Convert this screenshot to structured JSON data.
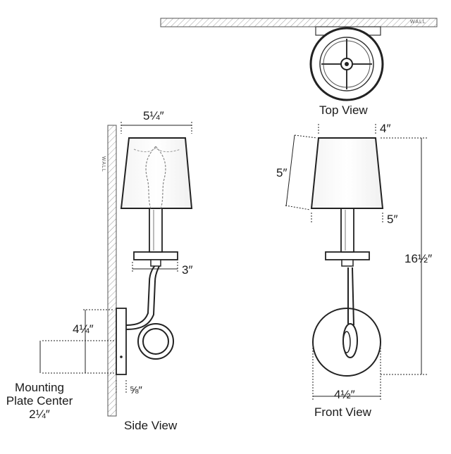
{
  "labels": {
    "side_view": "Side View",
    "top_view": "Top View",
    "front_view": "Front View",
    "wall_top": "WALL",
    "wall_side": "WALL"
  },
  "dimensions": {
    "shade_width_side": "5¼″",
    "shade_top_depth": "4″",
    "shade_height": "5″",
    "shade_bottom_depth": "5″",
    "overall_height": "16½″",
    "arm_depth": "3″",
    "plate_center_offset": "4¼″",
    "plate_depth": "⅝″",
    "backplate_width": "4½″",
    "mounting_plate_line1": "Mounting",
    "mounting_plate_line2": "Plate Center",
    "mounting_plate_value": "2¼″"
  }
}
